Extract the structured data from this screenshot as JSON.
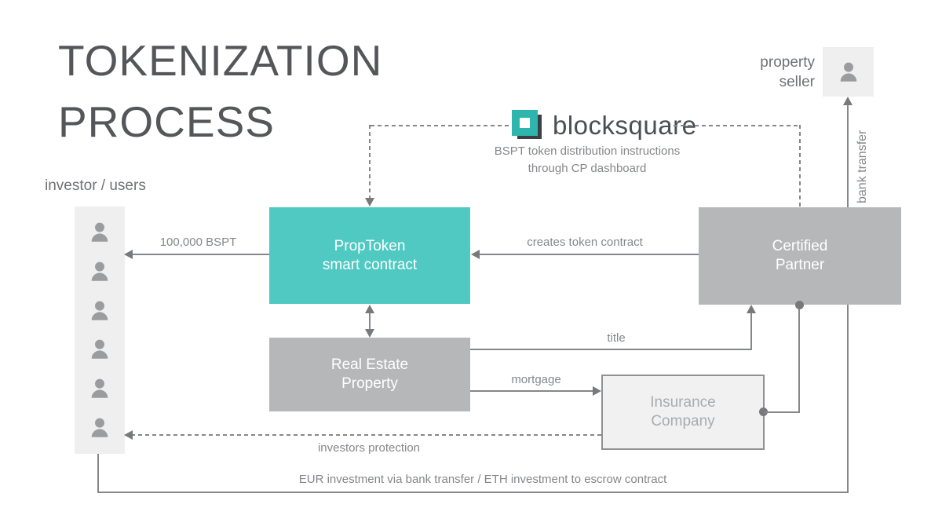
{
  "title": {
    "line1": "TOKENIZATION",
    "line2": "PROCESS"
  },
  "logo": {
    "name": "blocksquare",
    "note_line1": "BSPT token distribution instructions",
    "note_line2": "through CP dashboard"
  },
  "actors": {
    "investors": {
      "label": "investor / users",
      "count": 6
    },
    "property_seller": {
      "line1": "property",
      "line2": "seller"
    }
  },
  "nodes": {
    "proptoken": {
      "line1": "PropToken",
      "line2": "smart contract"
    },
    "certified_partner": {
      "line1": "Certified",
      "line2": "Partner"
    },
    "real_estate": {
      "line1": "Real Estate",
      "line2": "Property"
    },
    "insurance": {
      "line1": "Insurance",
      "line2": "Company"
    }
  },
  "flows": {
    "bspt_tokens": "100,000 BSPT",
    "creates_token_contract": "creates token contract",
    "title": "title",
    "mortgage": "mortgage",
    "investors_protection": "investors protection",
    "eur_investment": "EUR investment via bank transfer / ETH investment to escrow contract",
    "bank_transfer": "bank transfer"
  },
  "colors": {
    "accent_teal": "#4FC9C2",
    "logo_teal": "#2EB6AE",
    "logo_dark": "#3B4045",
    "box_gray": "#B6B7B9",
    "light_gray": "#EFEFF0",
    "line_gray": "#85878A",
    "text_gray": "#85878A",
    "title_gray": "#55565A"
  }
}
